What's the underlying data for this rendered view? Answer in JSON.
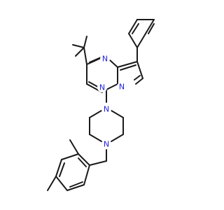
{
  "molecule": {
    "atoms": [
      {
        "id": "N_pyr",
        "label": "N",
        "color": "#1f1fdf"
      },
      {
        "id": "N_bridge",
        "label": "N",
        "color": "#1f1fdf"
      },
      {
        "id": "N_pyrazole",
        "label": "N",
        "color": "#1f1fdf"
      },
      {
        "id": "N_pip_top",
        "label": "N",
        "color": "#1f1fdf"
      },
      {
        "id": "N_pip_bottom",
        "label": "N",
        "color": "#1f1fdf"
      }
    ]
  },
  "colors": {
    "bond": "#1a1a1a",
    "nitrogen": "#1f1fdf",
    "background": "#ffffff"
  }
}
